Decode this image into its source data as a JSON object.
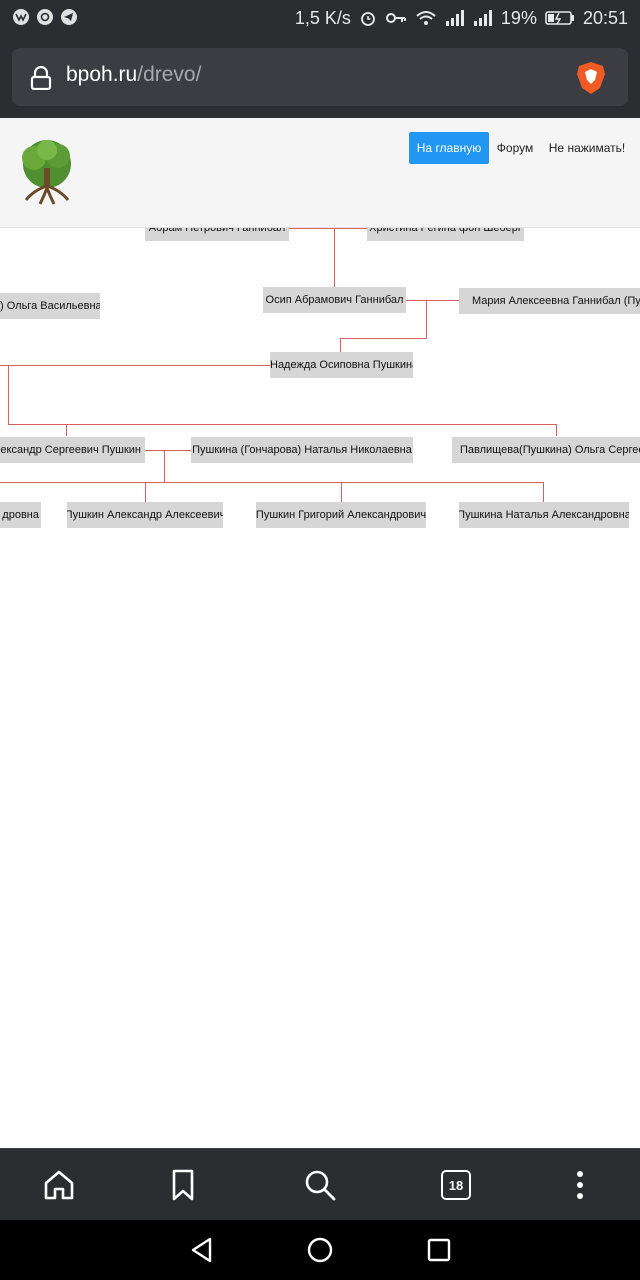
{
  "status": {
    "speed": "1,5 K/s",
    "battery": "19%",
    "time": "20:51"
  },
  "browser": {
    "domain": "bpoh.ru",
    "path": "/drevo/",
    "tab_count": "18"
  },
  "site_nav": {
    "items": [
      {
        "label": "На главную",
        "active": true
      },
      {
        "label": "Форум",
        "active": false
      },
      {
        "label": "Не нажимать!",
        "active": false
      }
    ]
  },
  "tree": {
    "nodes": [
      {
        "text": "Абрам Петрович Ганнибал"
      },
      {
        "text": "Христина Регина фон Шеберг"
      },
      {
        "text": ") Ольга Васильевна"
      },
      {
        "text": "Осип Абрамович Ганнибал"
      },
      {
        "text": "Мария Алексеевна Ганнибал (Пушкина)"
      },
      {
        "text": "Надежда Осиповна Пушкина"
      },
      {
        "text": "лександр Сергеевич Пушкин"
      },
      {
        "text": "Пушкина (Гончарова) Наталья Николаевна"
      },
      {
        "text": "Павлищева(Пушкина) Ольга Сергеевна"
      },
      {
        "text": "дровна"
      },
      {
        "text": "Пушкин Александр Алексеевич"
      },
      {
        "text": "Пушкин Григорий Александрович"
      },
      {
        "text": "Пушкина Наталья Александровна"
      }
    ]
  },
  "colors": {
    "link_line": "#d86060",
    "node_bg": "#d6d6d6",
    "active_nav": "#2196f3"
  }
}
